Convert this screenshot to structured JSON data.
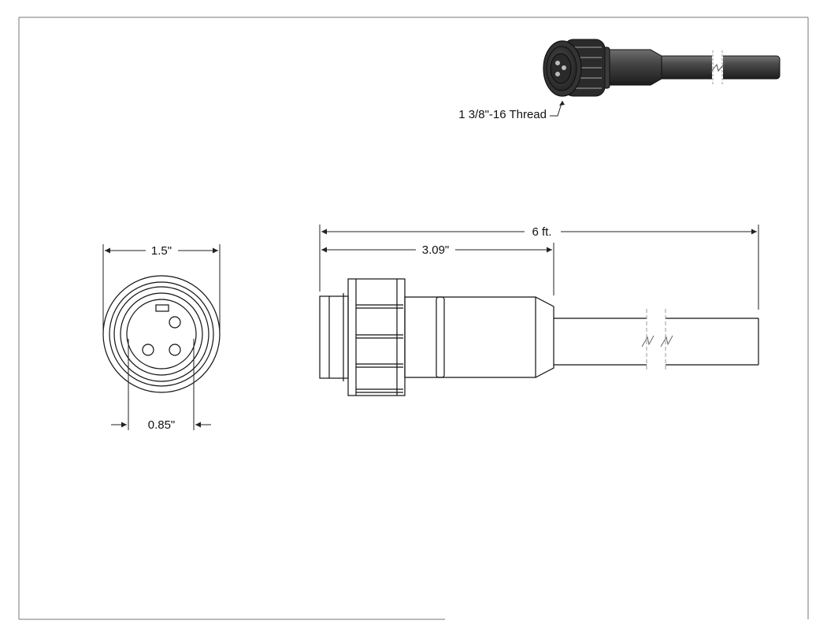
{
  "drawing": {
    "thread_callout": "1 3/8\"-16 Thread",
    "front_view": {
      "outer_diameter": "1.5\"",
      "insert_width": "0.85\""
    },
    "side_view": {
      "overall_length": "6 ft.",
      "connector_length": "3.09\""
    }
  },
  "colors": {
    "line": "#111111",
    "dimension": "#222222",
    "break_line": "#888888",
    "render_body": "#3a3a3a",
    "render_highlight": "#6a6a6a"
  }
}
